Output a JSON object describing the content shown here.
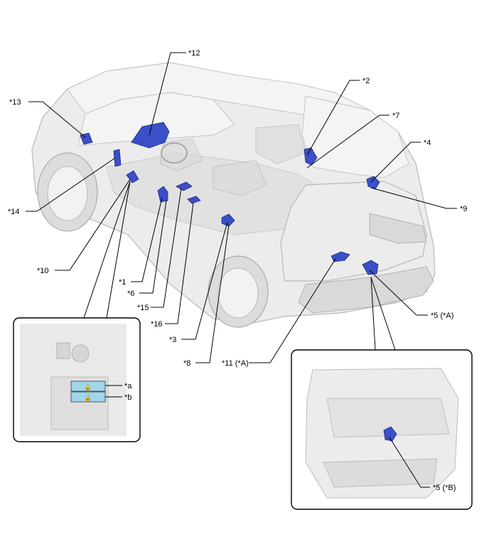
{
  "callouts": [
    {
      "id": "12",
      "text": "*12"
    },
    {
      "id": "13",
      "text": "*13"
    },
    {
      "id": "14",
      "text": "*14"
    },
    {
      "id": "10",
      "text": "*10"
    },
    {
      "id": "1",
      "text": "*1"
    },
    {
      "id": "6",
      "text": "*6"
    },
    {
      "id": "15",
      "text": "*15"
    },
    {
      "id": "16",
      "text": "*16"
    },
    {
      "id": "3",
      "text": "*3"
    },
    {
      "id": "8",
      "text": "*8"
    },
    {
      "id": "11a",
      "text": "*11 (*A)"
    },
    {
      "id": "2",
      "text": "*2"
    },
    {
      "id": "7",
      "text": "*7"
    },
    {
      "id": "4",
      "text": "*4"
    },
    {
      "id": "9",
      "text": "*9"
    },
    {
      "id": "5a",
      "text": "*5 (*A)"
    },
    {
      "id": "5b",
      "text": "*5 (*B)"
    },
    {
      "id": "a",
      "text": "*a"
    },
    {
      "id": "b",
      "text": "*b"
    }
  ],
  "colors": {
    "component": "#3a4fc8",
    "switch_highlight": "#9fd6ea"
  }
}
